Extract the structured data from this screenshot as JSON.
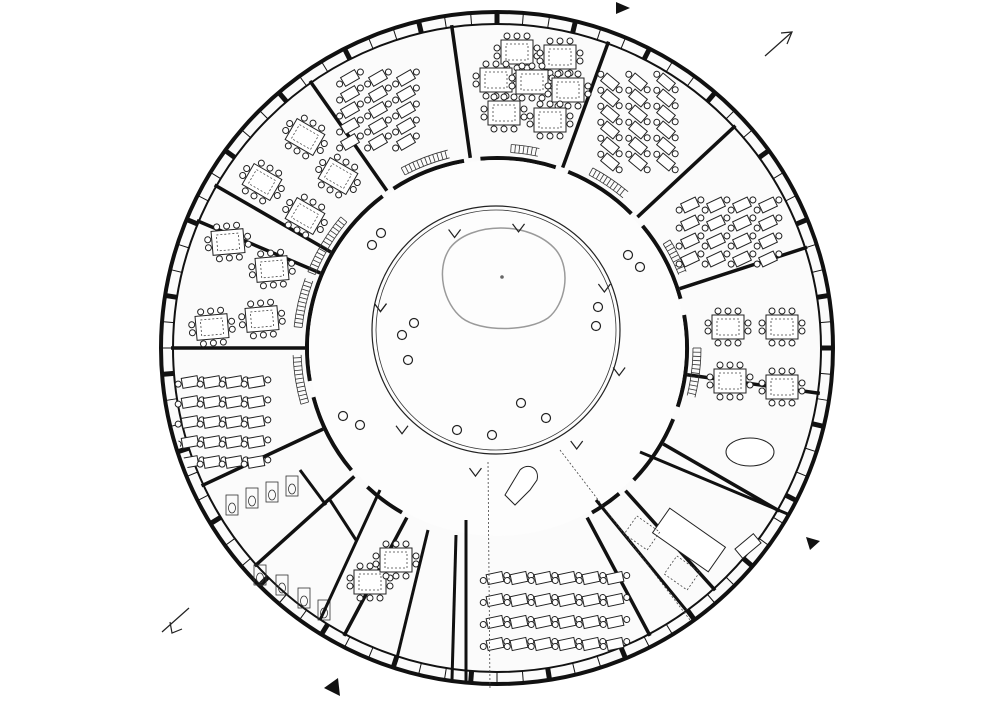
{
  "plan": {
    "background": "#ffffff",
    "stroke_color": "#111111",
    "floor_tint": "#fbfbfb",
    "island_outline_color": "#9a9a9a",
    "north_arrows": 2,
    "entrance_markers": 3
  },
  "rooms": [
    {
      "id": "classroom-north-center",
      "furniture": "clusters"
    },
    {
      "id": "classroom-north-east",
      "furniture": "rows"
    },
    {
      "id": "classroom-east-north",
      "furniture": "rows"
    },
    {
      "id": "classroom-east",
      "furniture": "clusters"
    },
    {
      "id": "meeting-room-east",
      "furniture": "oval-table"
    },
    {
      "id": "kitchen-south-east",
      "furniture": "counters"
    },
    {
      "id": "dining-hall-south",
      "furniture": "rows"
    },
    {
      "id": "entrance-lobby-south-west",
      "furniture": "clusters"
    },
    {
      "id": "toilets-south-west",
      "furniture": "fixtures"
    },
    {
      "id": "classroom-west-south",
      "furniture": "rows"
    },
    {
      "id": "classroom-west",
      "furniture": "clusters"
    },
    {
      "id": "classroom-north-west-lower",
      "furniture": "clusters"
    },
    {
      "id": "classroom-north-west-upper",
      "furniture": "rows"
    },
    {
      "id": "central-hall",
      "furniture": "island"
    }
  ]
}
